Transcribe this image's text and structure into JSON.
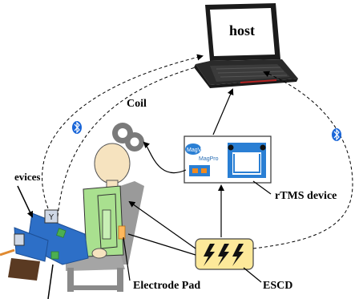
{
  "labels": {
    "host": "host",
    "coil": "Coil",
    "devices": "evices",
    "rtms_device": "rTMS device",
    "electrode_pad": "Electrode Pad",
    "escd": "ESCD"
  },
  "rtms_brand": {
    "mag": "MagVenture",
    "pro": "MagPro"
  },
  "icons": {
    "bluetooth_left": "bluetooth-icon",
    "bluetooth_right": "bluetooth-icon",
    "lightning": "lightning-icon"
  },
  "colors": {
    "laptop_body": "#222222",
    "laptop_screen": "#ffffff",
    "coil_gray": "#7a7a7a",
    "head_skin": "#f6e3bf",
    "body_green": "#a9e08f",
    "chair": "#9a9a9a",
    "pants_blue": "#2d6fc7",
    "rtms_blue": "#2a7fd4",
    "rtms_orange": "#f08a1f",
    "escd_yellow": "#fde99a",
    "bluetooth": "#1a66d8"
  }
}
